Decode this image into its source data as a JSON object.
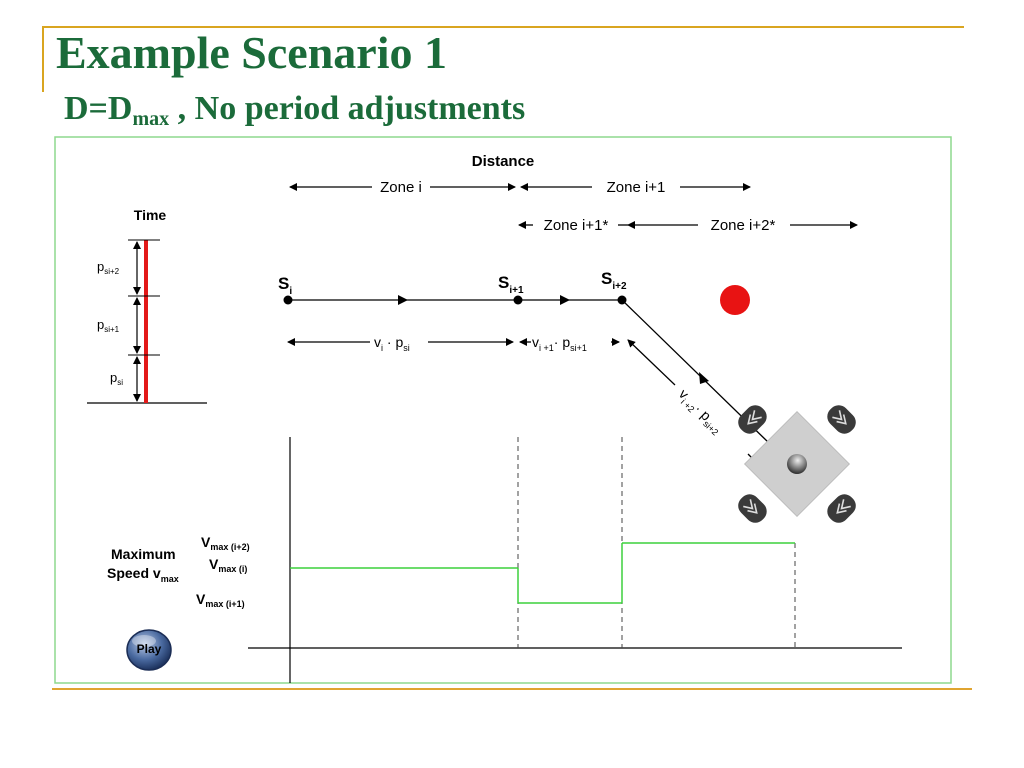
{
  "slide": {
    "title": "Example Scenario 1",
    "subtitle_main": "D=D",
    "subtitle_sub": "max",
    "subtitle_rest": " , No period adjustments"
  },
  "diagram": {
    "distance_label": "Distance",
    "time_label": "Time",
    "zones_top": [
      "Zone i",
      "Zone i+1"
    ],
    "zones_second": [
      "Zone i+1*",
      "Zone i+2*"
    ],
    "stations": [
      {
        "base": "S",
        "sub": "i"
      },
      {
        "base": "S",
        "sub": "i+1"
      },
      {
        "base": "S",
        "sub": "i+2"
      }
    ],
    "segments": [
      {
        "v": "v",
        "vsub": "i",
        "dot": " · ",
        "p": "p",
        "psub": "si"
      },
      {
        "v": "v",
        "vsub": "i +1",
        "dot": "· ",
        "p": "p",
        "psub": "si+1"
      },
      {
        "v": "v",
        "vsub": "i +2",
        "dot": "· ",
        "p": "p",
        "psub": "si+2"
      }
    ],
    "time_periods": [
      {
        "base": "p",
        "sub": "si+2"
      },
      {
        "base": "p",
        "sub": "si+1"
      },
      {
        "base": "p",
        "sub": "si"
      }
    ],
    "speed_axis": {
      "line1": "Maximum",
      "line2": "Speed v",
      "line2_sub": "max"
    },
    "speed_levels": [
      {
        "base": "V",
        "sub": "max (i+2)"
      },
      {
        "base": "V",
        "sub": "max (i)"
      },
      {
        "base": "V",
        "sub": "max (i+1)"
      }
    ],
    "play_label": "Play",
    "colors": {
      "title": "#1b6b3a",
      "accent_rule": "#d9a520",
      "frame": "#8ed88e",
      "speed_line": "#3cd13c",
      "time_bar": "#e31919",
      "target_dot": "#e81313",
      "robot_body": "#cfcfcf"
    }
  }
}
